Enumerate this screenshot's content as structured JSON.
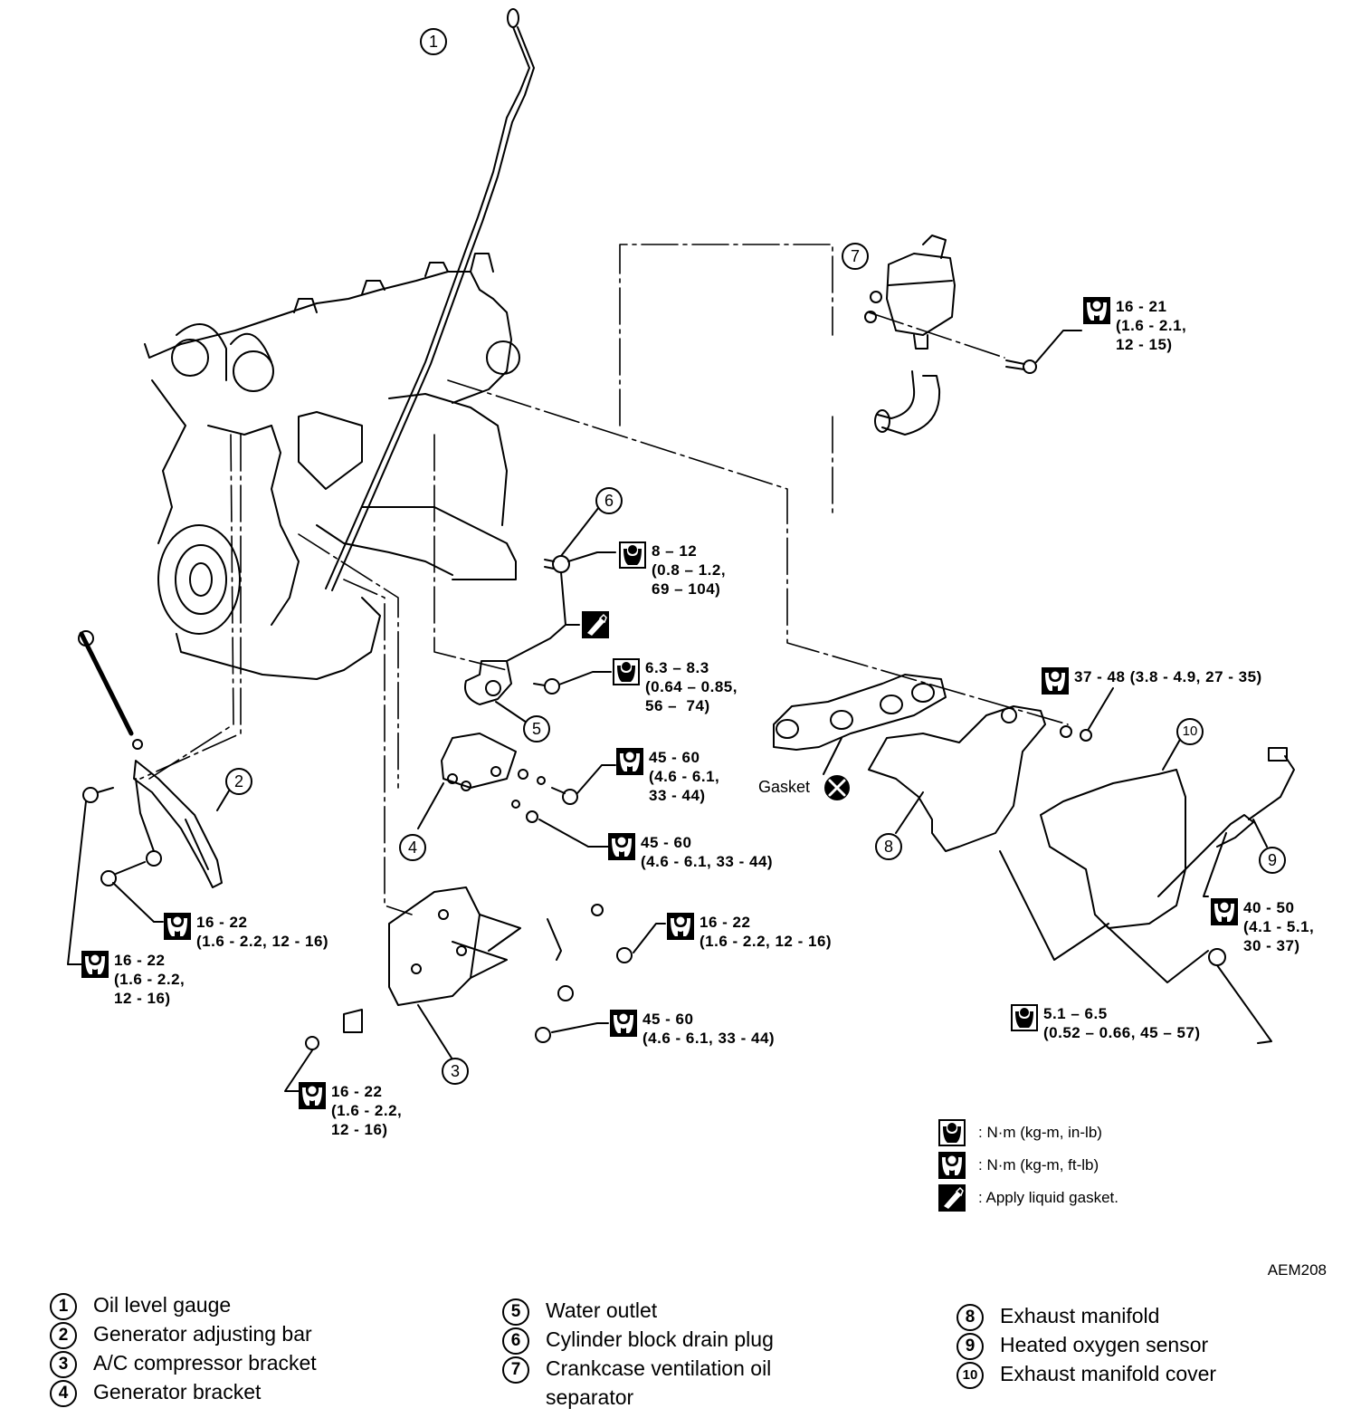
{
  "figure_code": "AEM208",
  "gasket_label": "Gasket",
  "callouts": [
    "1",
    "2",
    "3",
    "4",
    "5",
    "6",
    "7",
    "8",
    "9",
    "10"
  ],
  "torque_specs": [
    {
      "id": "oil-separator-bolt",
      "icon": "ft-lb",
      "lines": [
        "16 - 21",
        "(1.6 - 2.1,",
        "12 - 15)"
      ]
    },
    {
      "id": "drain-plug",
      "icon": "in-lb",
      "lines": [
        "8 – 12",
        "(0.8 – 1.2,",
        "69 – 104)"
      ]
    },
    {
      "id": "water-outlet-bolt",
      "icon": "in-lb",
      "lines": [
        "6.3 – 8.3",
        "(0.64 – 0.85,",
        "56 –  74)"
      ]
    },
    {
      "id": "exhaust-manifold-nut",
      "icon": "ft-lb",
      "lines": [
        "37 - 48 (3.8 - 4.9, 27 - 35)"
      ]
    },
    {
      "id": "generator-bracket-bolt-upper",
      "icon": "ft-lb",
      "lines": [
        "45 - 60",
        "(4.6 - 6.1,",
        "33 - 44)"
      ]
    },
    {
      "id": "generator-bracket-nut-lower",
      "icon": "ft-lb",
      "lines": [
        "45 - 60",
        "(4.6 - 6.1, 33 - 44)"
      ]
    },
    {
      "id": "adjusting-bar-bolt",
      "icon": "ft-lb",
      "lines": [
        "16 - 22",
        "(1.6 - 2.2, 12 - 16)"
      ]
    },
    {
      "id": "adjusting-bar-upper-bolt",
      "icon": "ft-lb",
      "lines": [
        "16 - 22",
        "(1.6 - 2.2,",
        "12 - 16)"
      ]
    },
    {
      "id": "ac-bracket-bolt-upper",
      "icon": "ft-lb",
      "lines": [
        "16 - 22",
        "(1.6 - 2.2, 12 - 16)"
      ]
    },
    {
      "id": "ac-bracket-bolt-lower",
      "icon": "ft-lb",
      "lines": [
        "45 - 60",
        "(4.6 - 6.1, 33 - 44)"
      ]
    },
    {
      "id": "ac-bracket-stud",
      "icon": "ft-lb",
      "lines": [
        "16 - 22",
        "(1.6 - 2.2,",
        "12 - 16)"
      ]
    },
    {
      "id": "oxygen-sensor",
      "icon": "ft-lb",
      "lines": [
        "40 - 50",
        "(4.1 - 5.1,",
        "30 - 37)"
      ]
    },
    {
      "id": "manifold-cover-bolt",
      "icon": "in-lb",
      "lines": [
        "5.1 – 6.5",
        "(0.52 – 0.66, 45 – 57)"
      ]
    }
  ],
  "symbol_legend": [
    {
      "icon": "in-lb",
      "text": ": N·m (kg-m, in-lb)"
    },
    {
      "icon": "ft-lb",
      "text": ": N·m (kg-m, ft-lb)"
    },
    {
      "icon": "liquid-gasket",
      "text": ": Apply liquid gasket."
    }
  ],
  "parts_list": [
    {
      "num": "1",
      "label": "Oil level gauge"
    },
    {
      "num": "2",
      "label": "Generator adjusting bar"
    },
    {
      "num": "3",
      "label": "A/C compressor bracket"
    },
    {
      "num": "4",
      "label": "Generator bracket"
    },
    {
      "num": "5",
      "label": "Water outlet"
    },
    {
      "num": "6",
      "label": "Cylinder block drain plug"
    },
    {
      "num": "7",
      "label": "Crankcase ventilation oil"
    },
    {
      "num": "7b",
      "label": "separator"
    },
    {
      "num": "8",
      "label": "Exhaust manifold"
    },
    {
      "num": "9",
      "label": "Heated oxygen sensor"
    },
    {
      "num": "10",
      "label": "Exhaust manifold cover"
    }
  ]
}
